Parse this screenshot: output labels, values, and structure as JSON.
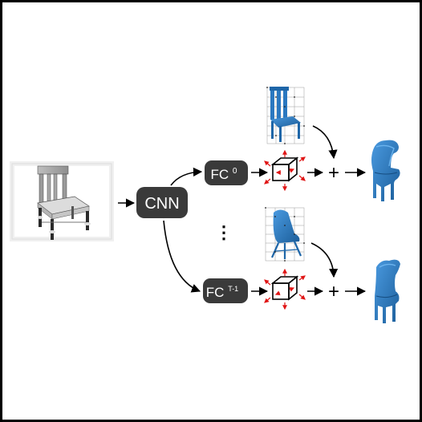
{
  "nodes": {
    "cnn": {
      "label": "CNN"
    },
    "fc_first": {
      "label": "FC",
      "superscript": "0"
    },
    "fc_last": {
      "label": "FC",
      "superscript": "T-1"
    }
  },
  "operators": {
    "plus_top": "+",
    "plus_bottom": "+"
  },
  "ellipsis": "⋮",
  "colors": {
    "node_fill": "#3a3a3a",
    "mesh_blue": "#2a78c0",
    "offset_arrow": "#e01515",
    "frame_border": "#000000"
  }
}
